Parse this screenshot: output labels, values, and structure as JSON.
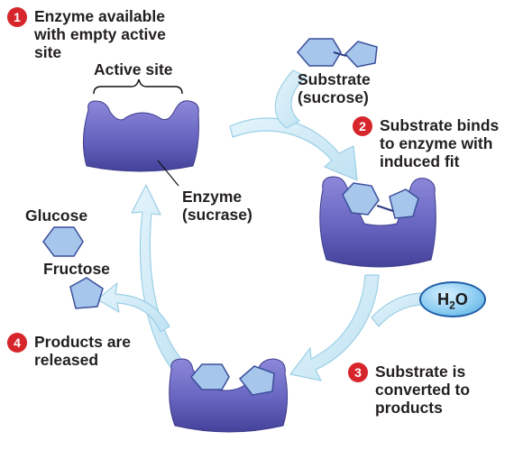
{
  "steps": [
    {
      "number": "1",
      "text": "Enzyme available\nwith empty active\nsite"
    },
    {
      "number": "2",
      "text": "Substrate binds\nto enzyme with\ninduced fit"
    },
    {
      "number": "3",
      "text": "Substrate is\nconverted to\nproducts"
    },
    {
      "number": "4",
      "text": "Products are\nreleased"
    }
  ],
  "labels": {
    "active_site": "Active site",
    "substrate": "Substrate\n(sucrose)",
    "enzyme": "Enzyme\n(sucrase)",
    "glucose": "Glucose",
    "fructose": "Fructose"
  },
  "water": {
    "base": "H",
    "subscript": "2",
    "tail": "O"
  },
  "colors": {
    "badge": "#d7262b",
    "enzyme": "#6a66c2",
    "arrow": "#cde9f5",
    "hexagon": "#a6c6ec",
    "water": "#8ccdf2"
  }
}
